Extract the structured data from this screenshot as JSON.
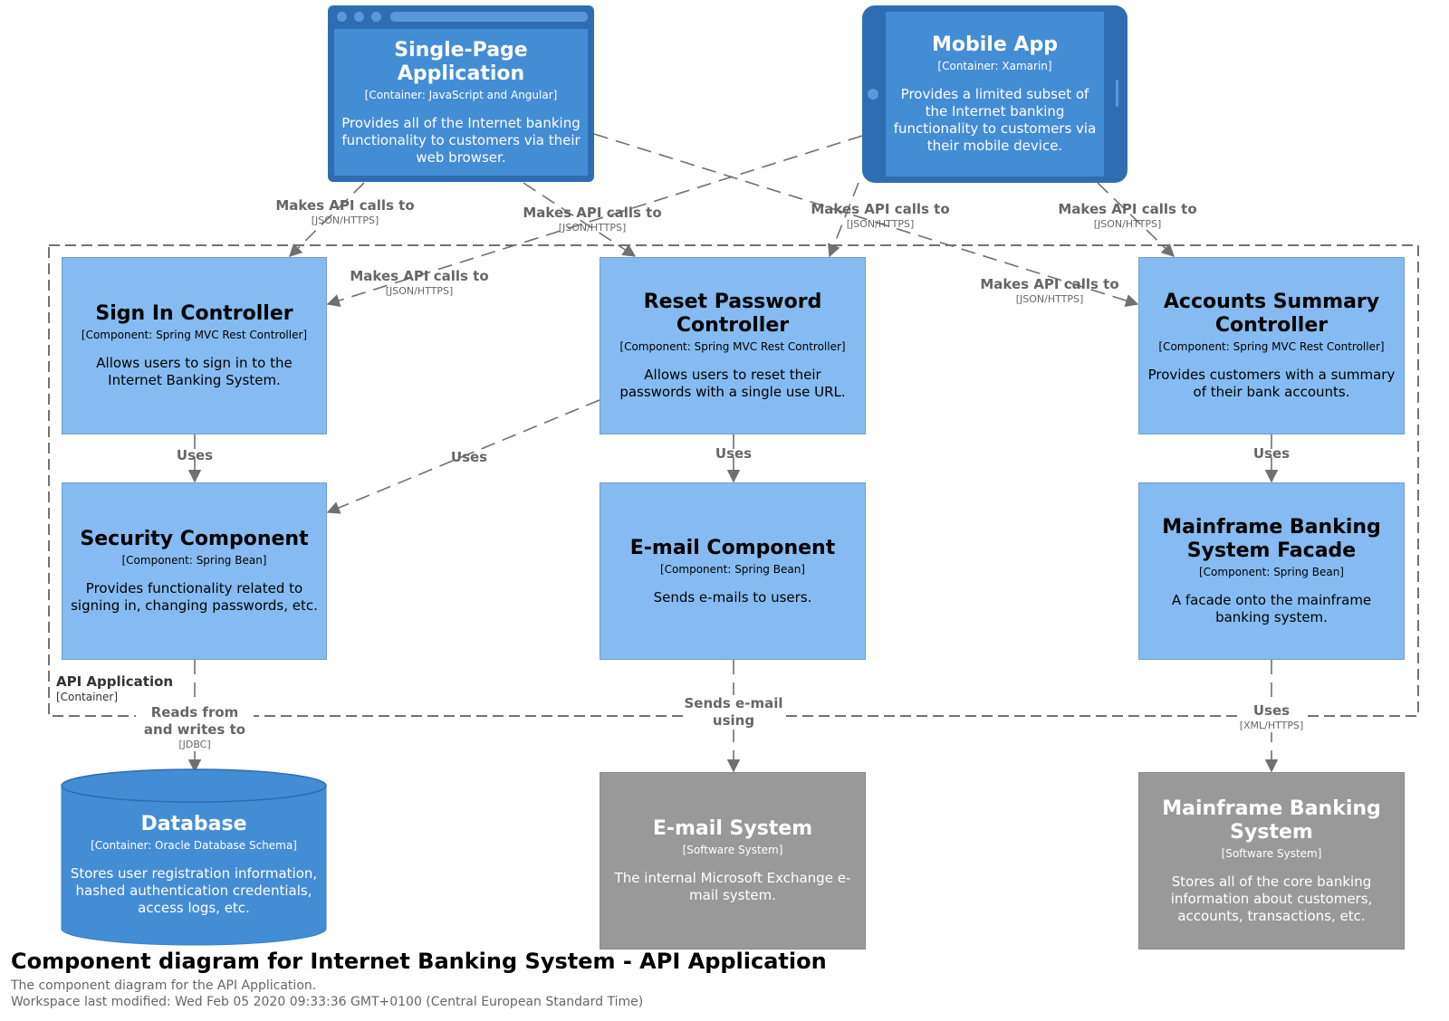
{
  "diagram": {
    "title": "Component diagram for Internet Banking System - API Application",
    "subtitle": "The component diagram for the API Application.",
    "modified": "Workspace last modified: Wed Feb 05 2020 09:33:36 GMT+0100 (Central European Standard Time)"
  },
  "boundary": {
    "name": "API Application",
    "type": "[Container]"
  },
  "colors": {
    "component": "#85bbf0",
    "container": "#438dd5",
    "external": "#999999",
    "line": "#707070",
    "label": "#666666"
  },
  "nodes": {
    "spa": {
      "title": "Single-Page Application",
      "tech": "[Container: JavaScript and Angular]",
      "desc": "Provides all of the Internet banking functionality to customers via their web browser.",
      "icon": "browser-window-icon"
    },
    "mobile": {
      "title": "Mobile App",
      "tech": "[Container: Xamarin]",
      "desc": "Provides a limited subset of the Internet banking functionality to customers via their mobile device.",
      "icon": "mobile-device-icon"
    },
    "signin": {
      "title": "Sign In Controller",
      "tech": "[Component: Spring MVC Rest Controller]",
      "desc": "Allows users to sign in to the Internet Banking System."
    },
    "reset": {
      "title": "Reset Password Controller",
      "tech": "[Component: Spring MVC Rest Controller]",
      "desc": "Allows users to reset their passwords with a single use URL."
    },
    "accounts": {
      "title": "Accounts Summary Controller",
      "tech": "[Component: Spring MVC Rest Controller]",
      "desc": "Provides customers with a summary of their bank accounts."
    },
    "security": {
      "title": "Security Component",
      "tech": "[Component: Spring Bean]",
      "desc": "Provides functionality related to signing in, changing passwords, etc."
    },
    "email": {
      "title": "E-mail Component",
      "tech": "[Component: Spring Bean]",
      "desc": "Sends e-mails to users."
    },
    "facade": {
      "title": "Mainframe Banking System Facade",
      "tech": "[Component: Spring Bean]",
      "desc": "A facade onto the mainframe banking system."
    },
    "database": {
      "title": "Database",
      "tech": "[Container: Oracle Database Schema]",
      "desc": "Stores user registration information, hashed authentication credentials, access logs, etc.",
      "icon": "database-cylinder-icon"
    },
    "emailsys": {
      "title": "E-mail System",
      "tech": "[Software System]",
      "desc": "The internal Microsoft Exchange e-mail system."
    },
    "mainframe": {
      "title": "Mainframe Banking System",
      "tech": "[Software System]",
      "desc": "Stores all of the core banking information about customers, accounts, transactions, etc."
    }
  },
  "edges": [
    {
      "id": "spa-signin",
      "label": "Makes API calls to",
      "tech": "[JSON/HTTPS]"
    },
    {
      "id": "spa-reset",
      "label": "Makes API calls to",
      "tech": "[JSON/HTTPS]"
    },
    {
      "id": "spa-accounts",
      "label": "Makes API calls to",
      "tech": "[JSON/HTTPS]"
    },
    {
      "id": "mobile-signin",
      "label": "Makes API calls to",
      "tech": "[JSON/HTTPS]"
    },
    {
      "id": "mobile-reset",
      "label": "Makes API calls to",
      "tech": "[JSON/HTTPS]"
    },
    {
      "id": "mobile-accounts",
      "label": "Makes API calls to",
      "tech": "[JSON/HTTPS]"
    },
    {
      "id": "signin-security",
      "label": "Uses",
      "tech": ""
    },
    {
      "id": "reset-security",
      "label": "Uses",
      "tech": ""
    },
    {
      "id": "reset-email",
      "label": "Uses",
      "tech": ""
    },
    {
      "id": "accounts-facade",
      "label": "Uses",
      "tech": ""
    },
    {
      "id": "security-database",
      "label": "Reads from and writes to",
      "tech": "[JDBC]"
    },
    {
      "id": "email-emailsys",
      "label": "Sends e-mail using",
      "tech": ""
    },
    {
      "id": "facade-mainframe",
      "label": "Uses",
      "tech": "[XML/HTTPS]"
    }
  ]
}
